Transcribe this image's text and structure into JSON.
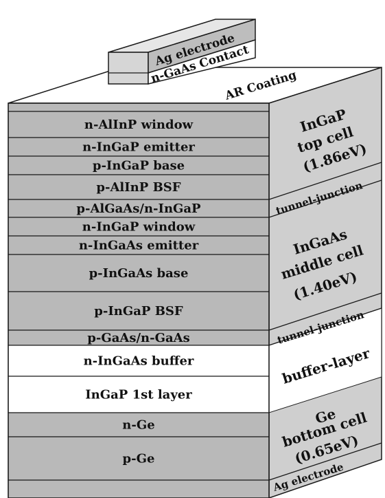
{
  "top": {
    "electrode_label": "Ag electrode",
    "contact_label": "n-GaAs Contact",
    "coating_label": "AR Coating"
  },
  "layers": [
    {
      "label": "n-AlInP window",
      "fill": "#b9b9b9"
    },
    {
      "label": "n-InGaP emitter",
      "fill": "#b9b9b9"
    },
    {
      "label": "p-InGaP base",
      "fill": "#b9b9b9"
    },
    {
      "label": "p-AlInP BSF",
      "fill": "#b9b9b9"
    },
    {
      "label": "p-AlGaAs/n-InGaP",
      "fill": "#b9b9b9"
    },
    {
      "label": "n-InGaP window",
      "fill": "#b9b9b9"
    },
    {
      "label": "n-InGaAs emitter",
      "fill": "#b9b9b9"
    },
    {
      "label": "p-InGaAs base",
      "fill": "#b9b9b9"
    },
    {
      "label": "p-InGaP BSF",
      "fill": "#b9b9b9"
    },
    {
      "label": "p-GaAs/n-GaAs",
      "fill": "#b9b9b9"
    },
    {
      "label": "n-InGaAs buffer",
      "fill": "#ffffff"
    },
    {
      "label": "InGaP 1st layer",
      "fill": "#ffffff"
    },
    {
      "label": "n-Ge",
      "fill": "#b9b9b9"
    },
    {
      "label": "p-Ge",
      "fill": "#b9b9b9"
    },
    {
      "label": "",
      "fill": "#b9b9b9"
    }
  ],
  "side": {
    "top_cell": [
      "InGaP",
      "top cell",
      "(1.86eV)"
    ],
    "tunnel_1": "tunnel-junction",
    "middle_cell": [
      "InGaAs",
      "middle cell",
      "(1.40eV)"
    ],
    "tunnel_2": "tunnel-junction",
    "buffer": "buffer-layer",
    "bottom_cell": [
      "Ge",
      "bottom cell",
      "(0.65eV)"
    ],
    "bottom_electrode": "Ag electrode"
  },
  "colors": {
    "gray": "#b9b9b9",
    "side_gray": "#cfcfcf",
    "outline": "#1a1a1a"
  }
}
